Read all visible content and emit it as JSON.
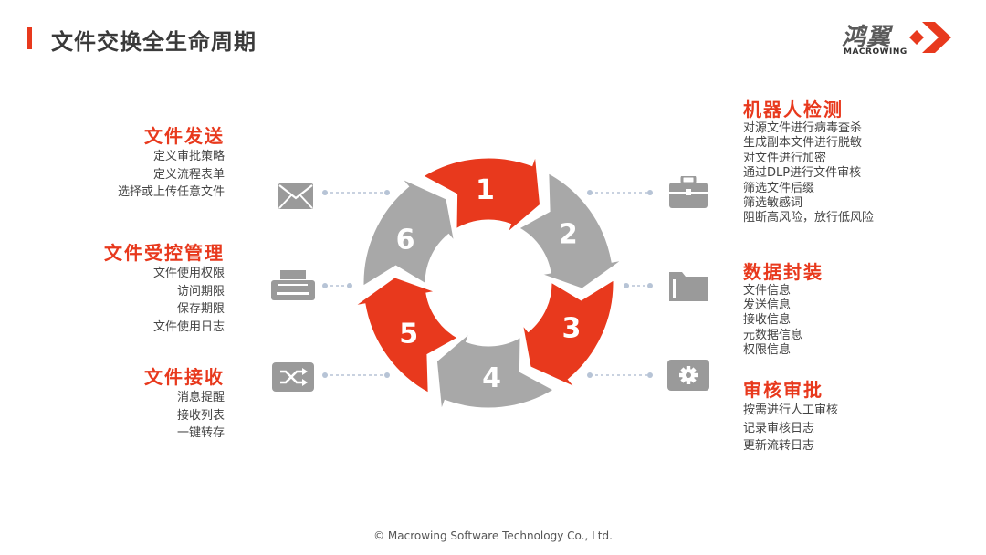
{
  "page": {
    "title": "文件交换全生命周期",
    "footer": "© Macrowing Software Technology Co., Ltd."
  },
  "logo": {
    "cn": "鸿翼",
    "en": "MACROWING"
  },
  "colors": {
    "accent": "#e8391d",
    "gray": "#a8a8a8",
    "icon_gray": "#9a9a9a",
    "connector": "#b7c4d6"
  },
  "cycle": {
    "steps": [
      "1",
      "2",
      "3",
      "4",
      "5",
      "6"
    ],
    "step_colors": [
      "red",
      "gray",
      "red",
      "gray",
      "red",
      "gray"
    ]
  },
  "left": [
    {
      "heading": "文件发送",
      "lines": [
        "定义审批策略",
        "定义流程表单",
        "选择或上传任意文件"
      ],
      "icon": "envelope-icon"
    },
    {
      "heading": "文件受控管理",
      "lines": [
        "文件使用权限",
        "访问期限",
        "保存期限",
        "文件使用日志"
      ],
      "icon": "printer-icon"
    },
    {
      "heading": "文件接收",
      "lines": [
        "消息提醒",
        "接收列表",
        "一键转存"
      ],
      "icon": "shuffle-icon"
    }
  ],
  "right": [
    {
      "heading": "机器人检测",
      "lines": [
        "对源文件进行病毒查杀",
        "生成副本文件进行脱敏",
        "对文件进行加密",
        "通过DLP进行文件审核",
        "筛选文件后缀",
        "筛选敏感词",
        "阻断高风险，放行低风险"
      ],
      "icon": "briefcase-icon"
    },
    {
      "heading": "数据封装",
      "lines": [
        "文件信息",
        "发送信息",
        "接收信息",
        "元数据信息",
        "权限信息"
      ],
      "icon": "folder-icon"
    },
    {
      "heading": "审核审批",
      "lines": [
        "按需进行人工审核",
        "记录审核日志",
        "更新流转日志"
      ],
      "icon": "gear-icon"
    }
  ]
}
